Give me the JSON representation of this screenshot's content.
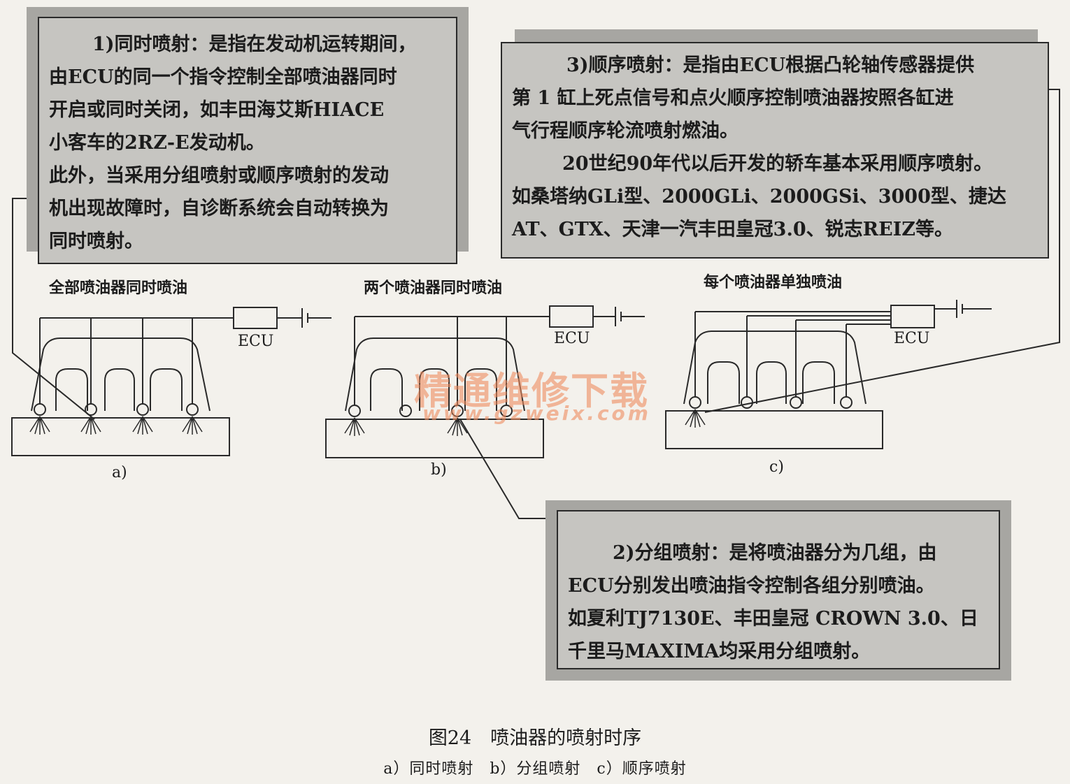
{
  "box1": {
    "lines": [
      "1)同时喷射：是指在发动机运转期间，",
      "由ECU的同一个指令控制全部喷油器同时",
      "开启或同时关闭，如丰田海艾斯HIACE",
      "小客车的2RZ-E发动机。",
      "此外，当采用分组喷射或顺序喷射的发动",
      "机出现故障时，自诊断系统会自动转换为",
      "同时喷射。"
    ]
  },
  "box3": {
    "lines": [
      "3)顺序喷射：是指由ECU根据凸轮轴传感器提供",
      "第 1 缸上死点信号和点火顺序控制喷油器按照各缸进",
      "气行程顺序轮流喷射燃油。",
      "20世纪90年代以后开发的轿车基本采用顺序喷射。",
      " 如桑塔纳GLi型、2000GLi、2000GSi、3000型、捷达",
      "AT、GTX、天津一汽丰田皇冠3.0、锐志REIZ等。"
    ]
  },
  "box2": {
    "lines": [
      "2)分组喷射：是将喷油器分为几组，由",
      "ECU分别发出喷油指令控制各组分别喷油。",
      "如夏利TJ7130E、丰田皇冠 CROWN 3.0、日",
      "千里马MAXIMA均采用分组喷射。"
    ]
  },
  "diagrams": {
    "a": {
      "caption": "全部喷油器同时喷油",
      "ecu": "ECU",
      "sublabel": "a)"
    },
    "b": {
      "caption": "两个喷油器同时喷油",
      "ecu": "ECU",
      "sublabel": "b)"
    },
    "c": {
      "caption": "每个喷油器单独喷油",
      "ecu": "ECU",
      "sublabel": "c)"
    }
  },
  "watermark": {
    "text": "精通维修下载",
    "url": "www.gzweix.com"
  },
  "figure": {
    "title": "图24　喷油器的喷射时序",
    "subtitle": "a）同时喷射　b）分组喷射　c）顺序喷射"
  },
  "colors": {
    "box_fill": "#c6c5c1",
    "box_shadow": "#a7a6a2",
    "line": "#2a2a2a",
    "watermark": "#ee8c5f"
  }
}
